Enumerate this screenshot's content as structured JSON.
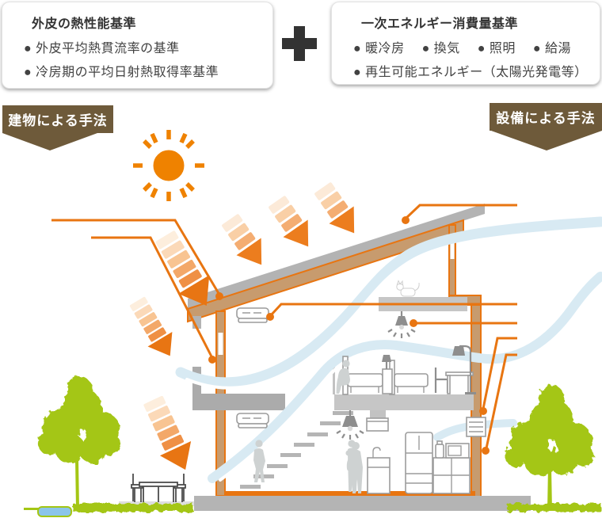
{
  "colors": {
    "orange": "#e87511",
    "sun": "#ef8200",
    "brown": "#6e5a3a",
    "tan": "#c79b6e",
    "green": "#a4c614",
    "blue": "#d8eaf3",
    "pond": "#8bc5e9",
    "dark": "#333333"
  },
  "standards": {
    "envelope": {
      "title": "外皮の熱性能基準",
      "bullets": [
        "● 外皮平均熱貫流率の基準",
        "● 冷房期の平均日射熱取得率基準"
      ]
    },
    "energy": {
      "title": "一次エネルギー消費量基準",
      "bullets_row": [
        "● 暖冷房",
        "● 換気",
        "● 照明",
        "● 給湯"
      ],
      "bullet_renewable": "● 再生可能エネルギー（太陽光発電等）"
    }
  },
  "methods": {
    "building": "建物による手法",
    "equipment": "設備による手法"
  }
}
